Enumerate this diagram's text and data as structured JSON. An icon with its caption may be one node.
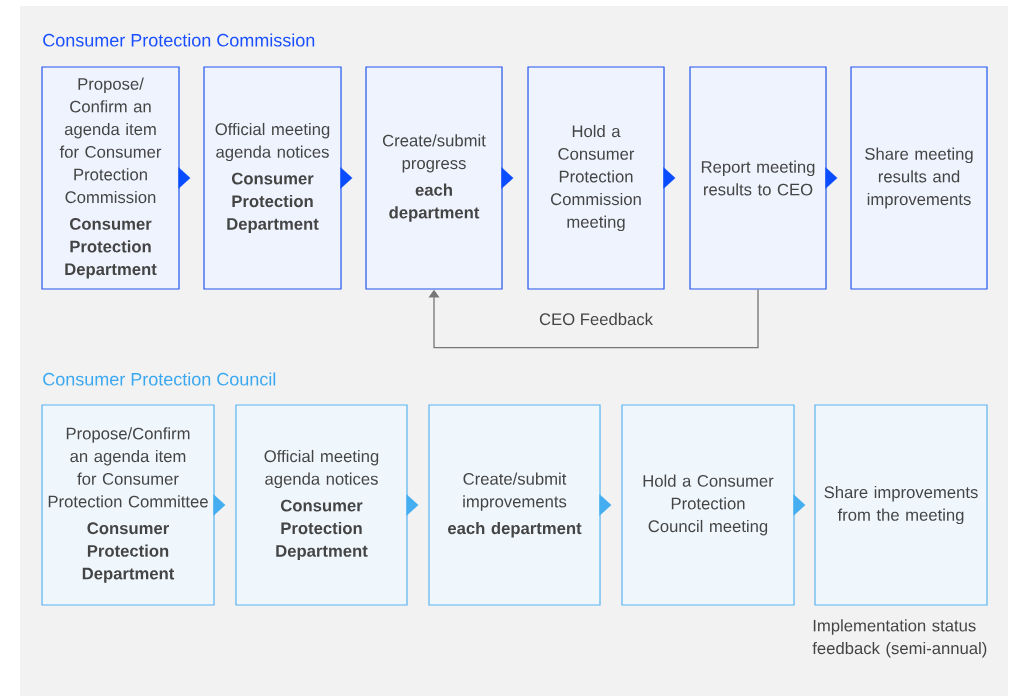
{
  "diagram": {
    "nodes": [
      {
        "text": [
          "Propose/ Confirm an agenda item for Consumer Protection Commission",
          "Consumer Protection Department"
        ]
      },
      {
        "text": [
          "Official meeting agenda notices",
          "Consumer Protection Department"
        ]
      },
      {
        "text": [
          "Create/submit progress",
          "each department"
        ]
      },
      {
        "text": [
          "Hold a Consumer Protection Commission meeting"
        ]
      },
      {
        "text": [
          "Report meeting results to CEO"
        ]
      },
      {
        "text": [
          "Share meeting results and improvements"
        ]
      },
      {
        "text": [
          "Propose/Confirm an agenda item for Consumer Protection Committee",
          "Consumer Protection Department"
        ]
      },
      {
        "text": [
          "Official meeting agenda notices",
          "Consumer Protection Department"
        ]
      },
      {
        "text": [
          "Create/submit improvements",
          "each department"
        ]
      },
      {
        "text": [
          "Hold a Consumer Protection Council meeting"
        ]
      },
      {
        "text": [
          "Share improvements from the meeting"
        ],
        "beside": [
          "Implementation status feedback (semi-annual)"
        ]
      }
    ],
    "edges": [
      {
        "from": 0,
        "to": 1,
        "arrow": "to"
      },
      {
        "from": 1,
        "to": 2,
        "arrow": "to"
      },
      {
        "from": 2,
        "to": 3,
        "arrow": "to"
      },
      {
        "from": 3,
        "to": 4,
        "arrow": "to"
      },
      {
        "from": 4,
        "to": 5,
        "arrow": "to"
      },
      {
        "from": 6,
        "to": 7,
        "arrow": "to",
        "color": "#45aef0"
      },
      {
        "from": 7,
        "to": 8,
        "arrow": "to",
        "color": "#45aef0"
      },
      {
        "from": 8,
        "to": 9,
        "arrow": "to",
        "color": "#45aef0"
      },
      {
        "from": 9,
        "to": 10,
        "arrow": "to",
        "color": "#45aef0"
      },
      {
        "from": 4,
        "to": 2,
        "arrow": "to",
        "label": "CEO Feedback",
        "color": "#777777"
      }
    ],
    "labels": [
      "Consumer Protection Commission",
      "Consumer Protection Council"
    ]
  }
}
